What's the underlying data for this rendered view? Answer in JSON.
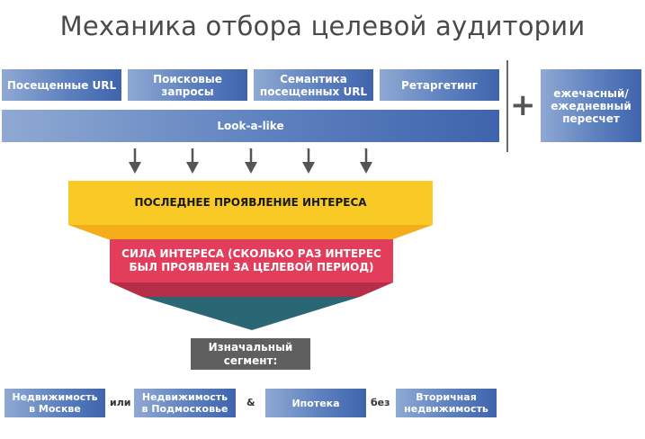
{
  "title": "Механика отбора целевой аудитории",
  "sources": [
    "Посещенные URL",
    "Поисковые запросы",
    "Семантика посещенных URL",
    "Ретаргетинг"
  ],
  "lookalike": "Look-a-like",
  "plus_sign": "+",
  "recalc": "ежечасный/ ежедневный пересчет",
  "funnel": {
    "level1": "ПОСЛЕДНЕЕ ПРОЯВЛЕНИЕ ИНТЕРЕСА",
    "level2": "СИЛА ИНТЕРЕСА (СКОЛЬКО РАЗ ИНТЕРЕС БЫЛ ПРОЯВЛЕН ЗА ЦЕЛЕВОЙ ПЕРИОД)",
    "colors": {
      "level1": "#f9c926",
      "level1_shade": "#f5ad1b",
      "level2": "#e23e5c",
      "level2_shade": "#b52d47",
      "level3": "#2b6675",
      "level3_shade": "#1f5260"
    }
  },
  "initial_segment": "Изначальный сегмент:",
  "segments": [
    "Недвижимость в Москве",
    "Недвижимость в Подмосковье",
    "Ипотека",
    "Вторичная недвижимость"
  ],
  "operators": [
    "или",
    "&",
    "без"
  ]
}
